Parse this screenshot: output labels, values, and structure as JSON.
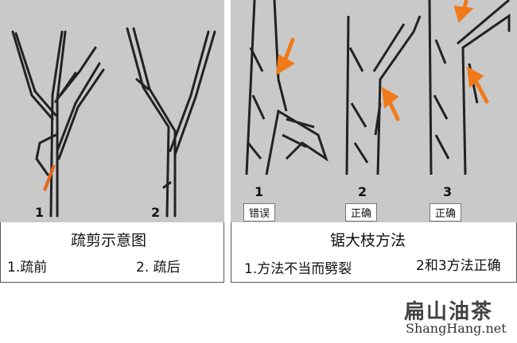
{
  "left_figure": {
    "title": "疏剪示意图",
    "sub_1": "1.疏前",
    "sub_2": "2. 疏后",
    "num_1": "1",
    "num_2": "2"
  },
  "right_figure": {
    "title": "锯大枝方法",
    "sub_1": "1.方法不当而劈裂",
    "sub_2": "2和3方法正确",
    "num_1": "1",
    "num_2": "2",
    "num_3": "3",
    "tag_1": "错误",
    "tag_2": "正确",
    "tag_3": "正确"
  },
  "watermark": {
    "brand": "扁山油茶",
    "url": "ShangHang.net"
  },
  "colors": {
    "arrow": "#f07a1a",
    "panel": "#c9c9c9",
    "cut_mark": "#e8641c"
  }
}
